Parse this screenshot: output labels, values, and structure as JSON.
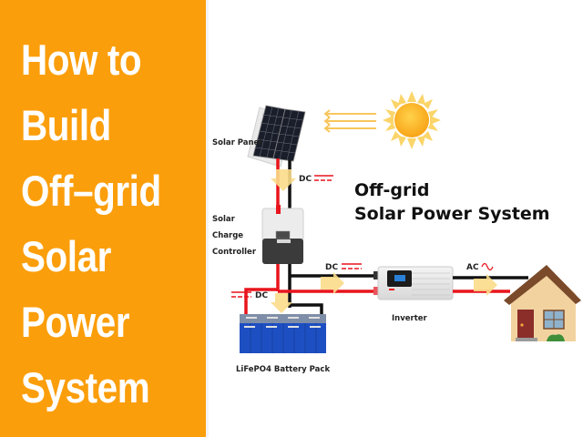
{
  "left_title": {
    "lines": [
      "How to",
      "Build",
      "Off–grid",
      "Solar",
      "Power",
      "System"
    ]
  },
  "diagram": {
    "title_line1": "Off-grid",
    "title_line2": "Solar Power System",
    "labels": {
      "solar_panel": "Solar Panel",
      "charge_controller_line1": "Solar",
      "charge_controller_line2": "Charge",
      "charge_controller_line3": "Controller",
      "battery": "LiFePO4 Battery Pack",
      "inverter": "Inverter"
    },
    "current_tags": {
      "panel_to_controller": "DC",
      "controller_to_inverter": "DC",
      "controller_to_battery": "DC",
      "inverter_to_house": "AC"
    },
    "icons": [
      "sun-icon",
      "solar-panel-icon",
      "charge-controller-icon",
      "battery-pack-icon",
      "inverter-icon",
      "house-icon"
    ]
  },
  "colors": {
    "brand_orange": "#fb9e0b",
    "positive_wire": "#e8141c",
    "negative_wire": "#111111",
    "flow_arrow": "#fbdc8a",
    "battery_blue": "#1e4fc2"
  }
}
